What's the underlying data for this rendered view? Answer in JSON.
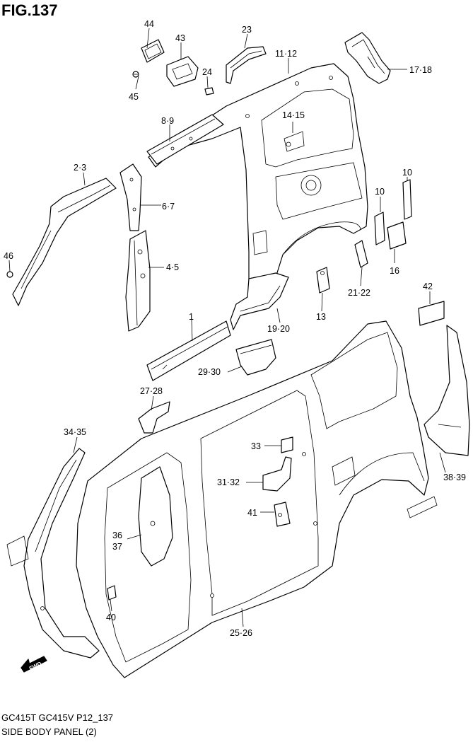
{
  "figure": {
    "title": "FIG.137",
    "model_line": "GC415T GC415V P12_137",
    "caption": "SIDE BODY PANEL (2)"
  },
  "callouts": {
    "c44": "44",
    "c43": "43",
    "c45": "45",
    "c24": "24",
    "c23": "23",
    "c11_12": "11·12",
    "c17_18": "17·18",
    "c8_9": "8·9",
    "c14_15": "14·15",
    "c2_3": "2·3",
    "c6_7": "6·7",
    "c10a": "10",
    "c10b": "10",
    "c46": "46",
    "c4_5": "4·5",
    "c16": "16",
    "c21_22": "21·22",
    "c42": "42",
    "c13": "13",
    "c1": "1",
    "c19_20": "19·20",
    "c29_30": "29·30",
    "c27_28": "27·28",
    "c34_35": "34·35",
    "c33": "33",
    "c31_32": "31·32",
    "c38_39": "38·39",
    "c41": "41",
    "c36_37_a": "36",
    "c36_37_b": "37",
    "c40": "40",
    "c25_26": "25·26"
  },
  "fwd_badge": "FWD"
}
